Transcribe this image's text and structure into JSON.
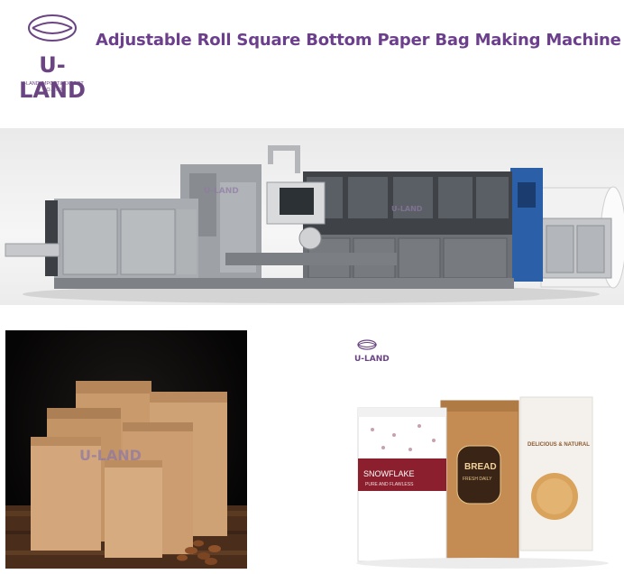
{
  "header": {
    "logo_text": "U-LAND",
    "logo_sub_line1": "U-LAND IMPORT&EXPORT",
    "logo_sub_line2": "CO.,LTD",
    "title": "Adjustable Roll Square Bottom Paper Bag Making Machine"
  },
  "watermark": "U-LAND",
  "bread_bag": {
    "label_top": "BREAD",
    "label_bottom": "FRESH DAILY"
  },
  "snowflake_bag": {
    "label_top": "SNOWFLAKE",
    "label_bottom": "PURE AND FLAWLESS"
  },
  "natural_bag": {
    "label": "DELICIOUS & NATURAL"
  },
  "colors": {
    "brand_purple": "#6c3f8c",
    "kraft": "#c89a6c",
    "machine_gray": "#8a8d91",
    "machine_blue": "#2b5fa8"
  }
}
